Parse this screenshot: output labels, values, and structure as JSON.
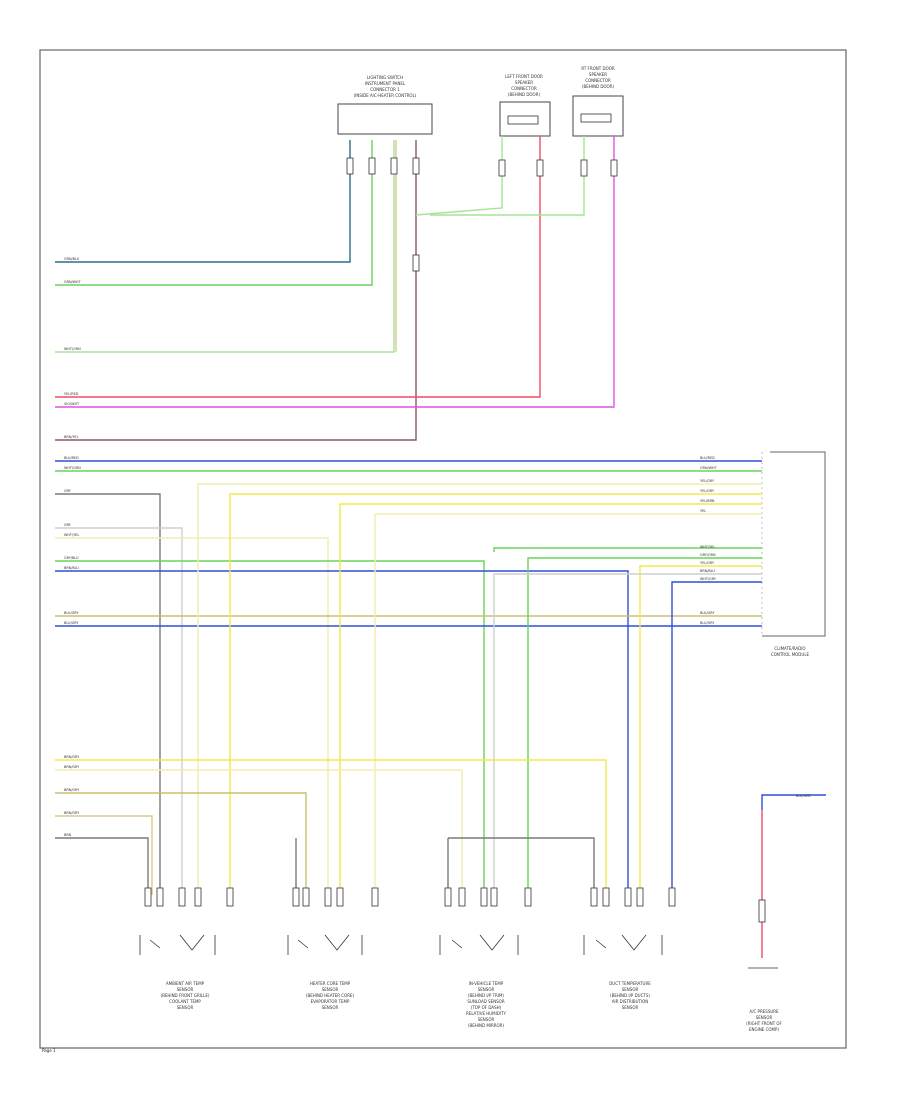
{
  "figure": {
    "page_ref": "Page 1",
    "colors": {
      "green": "#69d35a",
      "lightgreen": "#a6e39a",
      "blue": "#2f4fd8",
      "red": "#ef4d63",
      "magenta": "#e64fe6",
      "brown": "#8a5a60",
      "yellow": "#f2e84b",
      "lightyellow": "#f3edb0",
      "tan": "#d8c98e",
      "olive": "#c7c070",
      "gray": "#7a7a7a",
      "lightgray": "#cfcfcf",
      "teal": "#2c6f88"
    }
  },
  "components": {
    "upper_module": {
      "label_lines": [
        "LIGHTING SWITCH",
        "INSTRUMENT PANEL",
        "CONNECTOR 1",
        "(INSIDE A/C-HEATER CONTROL)"
      ]
    },
    "left_front_sensor": {
      "label_lines": [
        "LEFT FRONT DOOR",
        "SPEAKER",
        "CONNECTOR",
        "(BEHIND DOOR)"
      ]
    },
    "right_front_sensor": {
      "label_lines": [
        "RT FRONT DOOR",
        "SPEAKER",
        "CONNECTOR",
        "(BEHIND DOOR)"
      ]
    },
    "control_module": {
      "label_lines": [
        "CLIMATE/RADIO",
        "CONTROL MODULE"
      ]
    },
    "bottom_components": [
      {
        "label_lines": [
          "AMBIENT AIR TEMP",
          "SENSOR",
          "(BEHIND FRONT GRILLE)",
          "COOLANT TEMP",
          "SENSOR"
        ]
      },
      {
        "label_lines": [
          "HEATER CORE TEMP",
          "SENSOR",
          "(BEHIND HEATER CORE)",
          "EVAPORATOR TEMP",
          "SENSOR"
        ]
      },
      {
        "label_lines": [
          "IN-VEHICLE TEMP",
          "SENSOR",
          "(BEHIND I/P TRIM)",
          "SUNLOAD SENSOR",
          "(TOP OF DASH)",
          "RELATIVE HUMIDITY",
          "SENSOR",
          "(BEHIND MIRROR)"
        ]
      },
      {
        "label_lines": [
          "DUCT TEMPERATURE",
          "SENSOR",
          "(BEHIND I/P DUCTS)",
          "AIR DISTRIBUTION",
          "SENSOR"
        ]
      },
      {
        "label_lines": [
          "A/C PRESSURE",
          "SENSOR",
          "(RIGHT FRONT OF",
          "ENGINE COMP)"
        ]
      }
    ]
  },
  "wire_labels": {
    "left": [
      "GRN/BLU",
      "GRN/WHT",
      "WHT/GRN",
      "YEL/RED",
      "VIO/WHT",
      "BRN/YEL",
      "BLU/RED",
      "WHT/GRN",
      "GRY",
      "GRY",
      "WHT/YEL",
      "GRY/BLU",
      "BRN/BLU",
      "BLK/GRY",
      "BLU/GRY",
      "BRN/GRY",
      "BRN/GRY",
      "BRN/GRY",
      "BRN/GRY",
      "BRN"
    ],
    "right": [
      "BLU/RED",
      "GRN/WHT",
      "YEL/GRY",
      "YEL/GRY",
      "YEL/BRN",
      "YEL",
      "WHT/YEL",
      "GRY/GRN",
      "YEL/GRY",
      "BRN/BLU",
      "WHT/GRY",
      "BLK/GRY",
      "BLU/GRY"
    ],
    "pressure_sensor_wire": "BLU/RED"
  }
}
